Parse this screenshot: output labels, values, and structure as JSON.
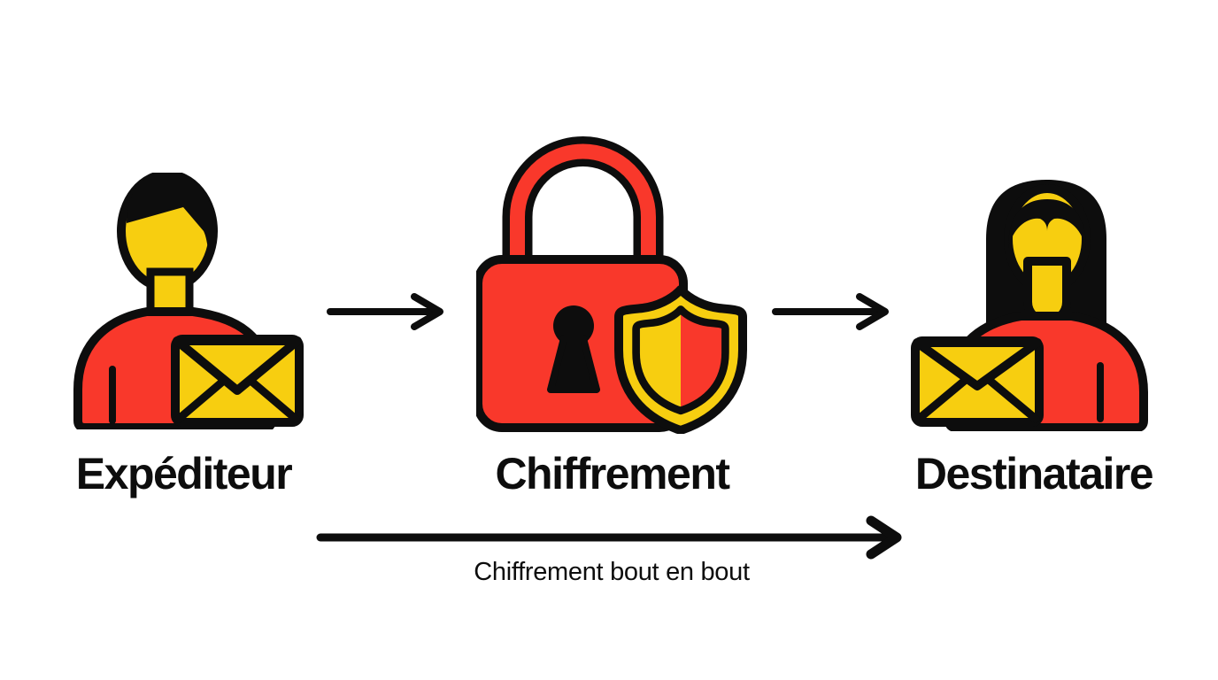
{
  "colors": {
    "red": "#f9382b",
    "yellow": "#f7ce10",
    "ink": "#0d0d0d",
    "background": "#ffffff"
  },
  "diagram": {
    "type": "flow-diagram",
    "topic": "end-to-end email encryption",
    "nodes": [
      {
        "id": "sender",
        "label": "Expéditeur",
        "icon": "person-with-envelope-icon"
      },
      {
        "id": "encryption",
        "label": "Chiffrement",
        "icon": "padlock-with-shield-icon"
      },
      {
        "id": "recipient",
        "label": "Destinataire",
        "icon": "person-with-envelope-icon"
      }
    ],
    "connections": [
      {
        "from": "sender",
        "to": "encryption",
        "label": ""
      },
      {
        "from": "encryption",
        "to": "recipient",
        "label": ""
      },
      {
        "from": "sender",
        "to": "recipient",
        "label": "Chiffrement bout en bout"
      }
    ],
    "caption": "Chiffrement bout en bout"
  }
}
